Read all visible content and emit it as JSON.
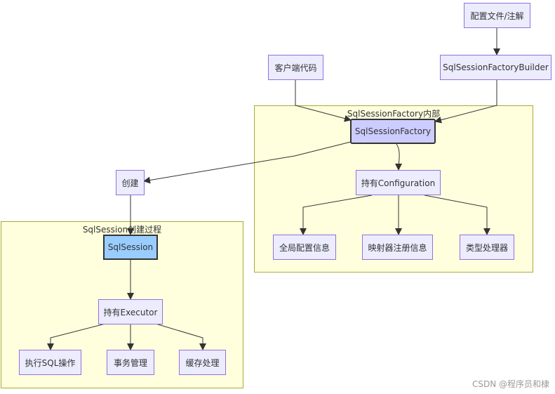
{
  "clusters": {
    "factory_internal": {
      "title": "SqlSessionFactory内部"
    },
    "session_creation": {
      "title": "SqlSession创建过程"
    }
  },
  "nodes": {
    "config_file": "配置文件/注解",
    "builder": "SqlSessionFactoryBuilder",
    "client_code": "客户端代码",
    "factory": "SqlSessionFactory",
    "create": "创建",
    "holds_configuration": "持有Configuration",
    "global_config": "全局配置信息",
    "mapper_registry": "映射器注册信息",
    "type_handler": "类型处理器",
    "sqlsession": "SqlSession",
    "holds_executor": "持有Executor",
    "execute_sql": "执行SQL操作",
    "transaction": "事务管理",
    "cache": "缓存处理"
  },
  "colors": {
    "node_fill": "#ececff",
    "node_border": "#9370db",
    "factory_fill": "#ccccff",
    "session_fill": "#99ccff",
    "cluster_fill": "#ffffde",
    "cluster_border": "#aaaa33",
    "edge": "#333333"
  },
  "watermark": "CSDN @程序员和棣"
}
